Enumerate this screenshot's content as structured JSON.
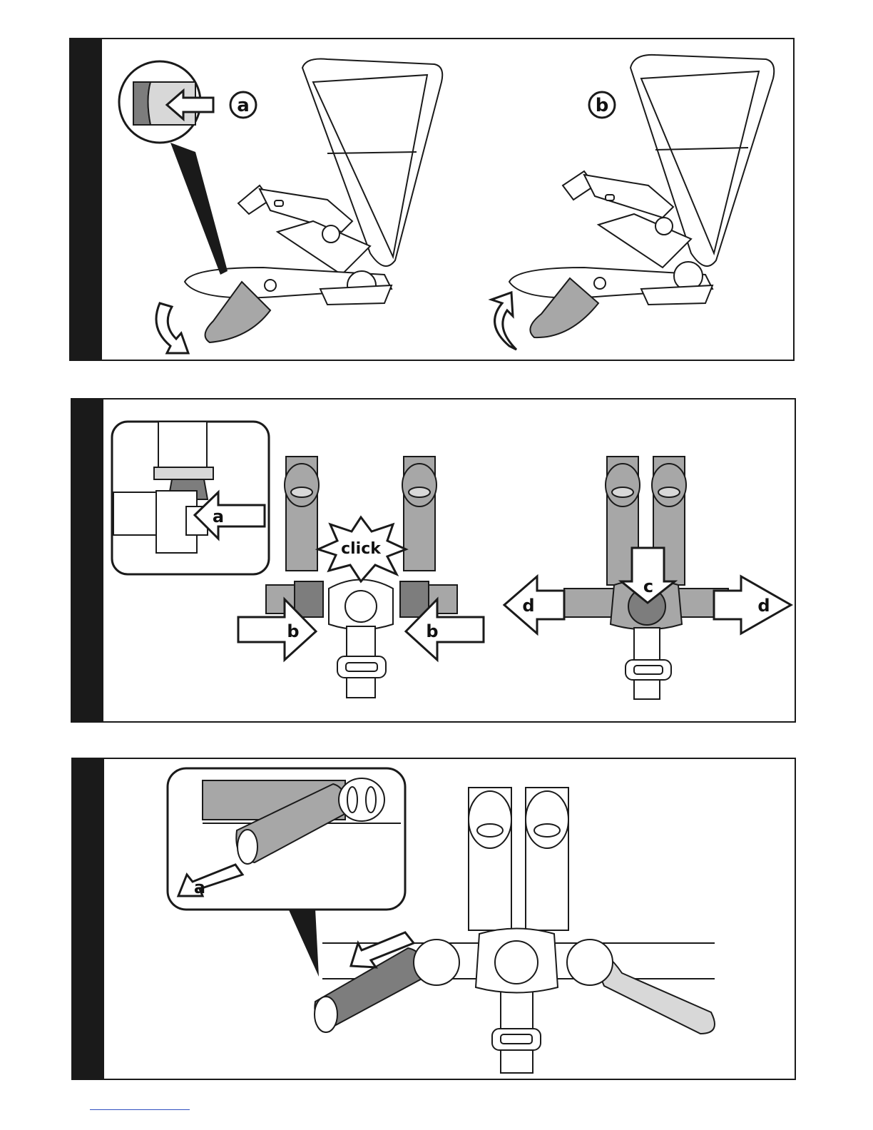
{
  "panels": [
    {
      "name": "recline-step",
      "labels": {
        "a": "a",
        "b": "b"
      }
    },
    {
      "name": "buckle-step",
      "labels": {
        "a": "a",
        "b_left": "b",
        "b_right": "b",
        "click": "click",
        "c": "c",
        "d_left": "d",
        "d_right": "d"
      }
    },
    {
      "name": "pad-removal-step",
      "labels": {
        "a": "a"
      }
    }
  ],
  "colors": {
    "ink": "#1a1a1a",
    "strap_gray": "#a7a7a7",
    "light_gray": "#d8d8d8",
    "dark_gray": "#7d7d7d"
  }
}
